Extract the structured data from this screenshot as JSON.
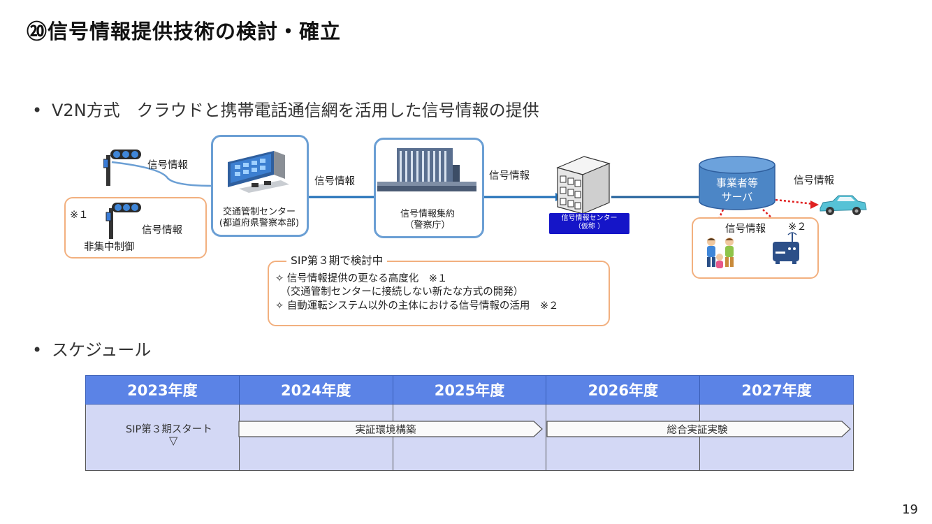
{
  "title": "⑳信号情報提供技術の検討・確立",
  "bullets": [
    "V2N方式　クラウドと携帯電話通信網を活用した信号情報の提供",
    "スケジュール"
  ],
  "bullet_symbol": "•",
  "diagram": {
    "signal_info_label": "信号情報",
    "note1_mark": "※１",
    "non_central_label": "非集中制御",
    "traffic_center_line1": "交通管制センター",
    "traffic_center_line2": "(都道府県警察本部)",
    "aggregation_line1": "信号情報集約",
    "aggregation_line2": "（警察庁）",
    "signal_center_line1": "信号情報センター",
    "signal_center_line2": "（仮称 ）",
    "server_line1": "事業者等",
    "server_line2": "サーバ",
    "note2_mark": "※２",
    "sip_title": "SIP第３期で検討中",
    "sip_items": [
      "✧ 信号情報提供の更なる高度化　※１",
      "　（交通管制センターに接続しない新たな方式の開発）",
      "✧ 自動運転システム以外の主体における信号情報の活用　※２"
    ]
  },
  "schedule": {
    "years": [
      "2023年度",
      "2024年度",
      "2025年度",
      "2026年度",
      "2027年度"
    ],
    "start_label": "SIP第３期スタート",
    "start_marker": "▽",
    "phases": [
      "実証環境構築",
      "総合実証実験"
    ]
  },
  "page_number": "19",
  "colors": {
    "header_blue": "#5b83e6",
    "row_lavender": "#d3d8f5",
    "box_blue_border": "#6b9fd4",
    "orange_border": "#f2b07f",
    "red_arrow": "#e02020",
    "line_blue": "#1f6fb8"
  }
}
